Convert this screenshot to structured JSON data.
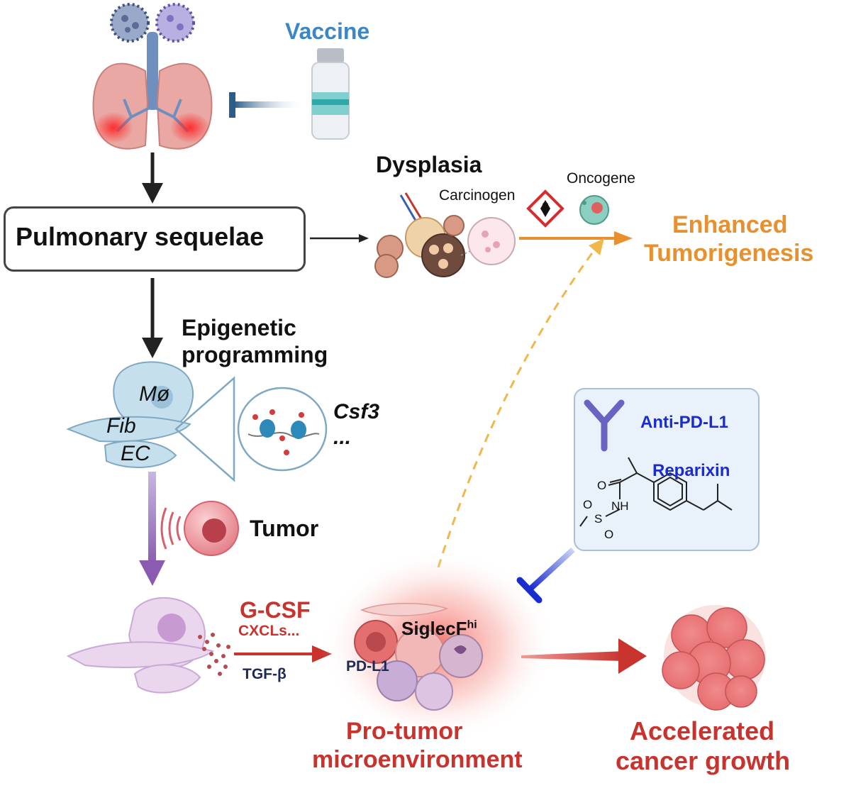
{
  "labels": {
    "vaccine": "Vaccine",
    "pulmonary_sequelae": "Pulmonary sequelae",
    "dysplasia": "Dysplasia",
    "carcinogen": "Carcinogen",
    "oncogene": "Oncogene",
    "enhanced_line1": "Enhanced",
    "enhanced_line2": "Tumorigenesis",
    "epigenetic_line1": "Epigenetic",
    "epigenetic_line2": "programming",
    "cell_mo": "Mø",
    "cell_fib": "Fib",
    "cell_ec": "EC",
    "csf3": "Csf3",
    "ellipsis": "...",
    "tumor": "Tumor",
    "gcsf": "G-CSF",
    "cxcls": "CXCLs...",
    "tgfb": "TGF-β",
    "pdl1": "PD-L1",
    "siglecf_base": "SiglecF",
    "siglecf_sup": "hi",
    "anti_pdl1": "Anti-PD-L1",
    "reparixin": "Reparixin",
    "pro_tumor_line1": "Pro-tumor",
    "pro_tumor_line2": "microenvironment",
    "accelerated_line1": "Accelerated",
    "accelerated_line2": "cancer growth",
    "chem_o1": "O",
    "chem_nh": "NH",
    "chem_s": "S",
    "chem_o2": "O",
    "chem_o3": "O"
  },
  "colors": {
    "vaccine_blue": "#3a86c8",
    "orange": "#e8902e",
    "red": "#c8332e",
    "navy_blue": "#1a2bd0",
    "arrow_dark": "#222222",
    "purple": "#8a5bb0",
    "inhibit_blue": "#2b5d8a"
  }
}
